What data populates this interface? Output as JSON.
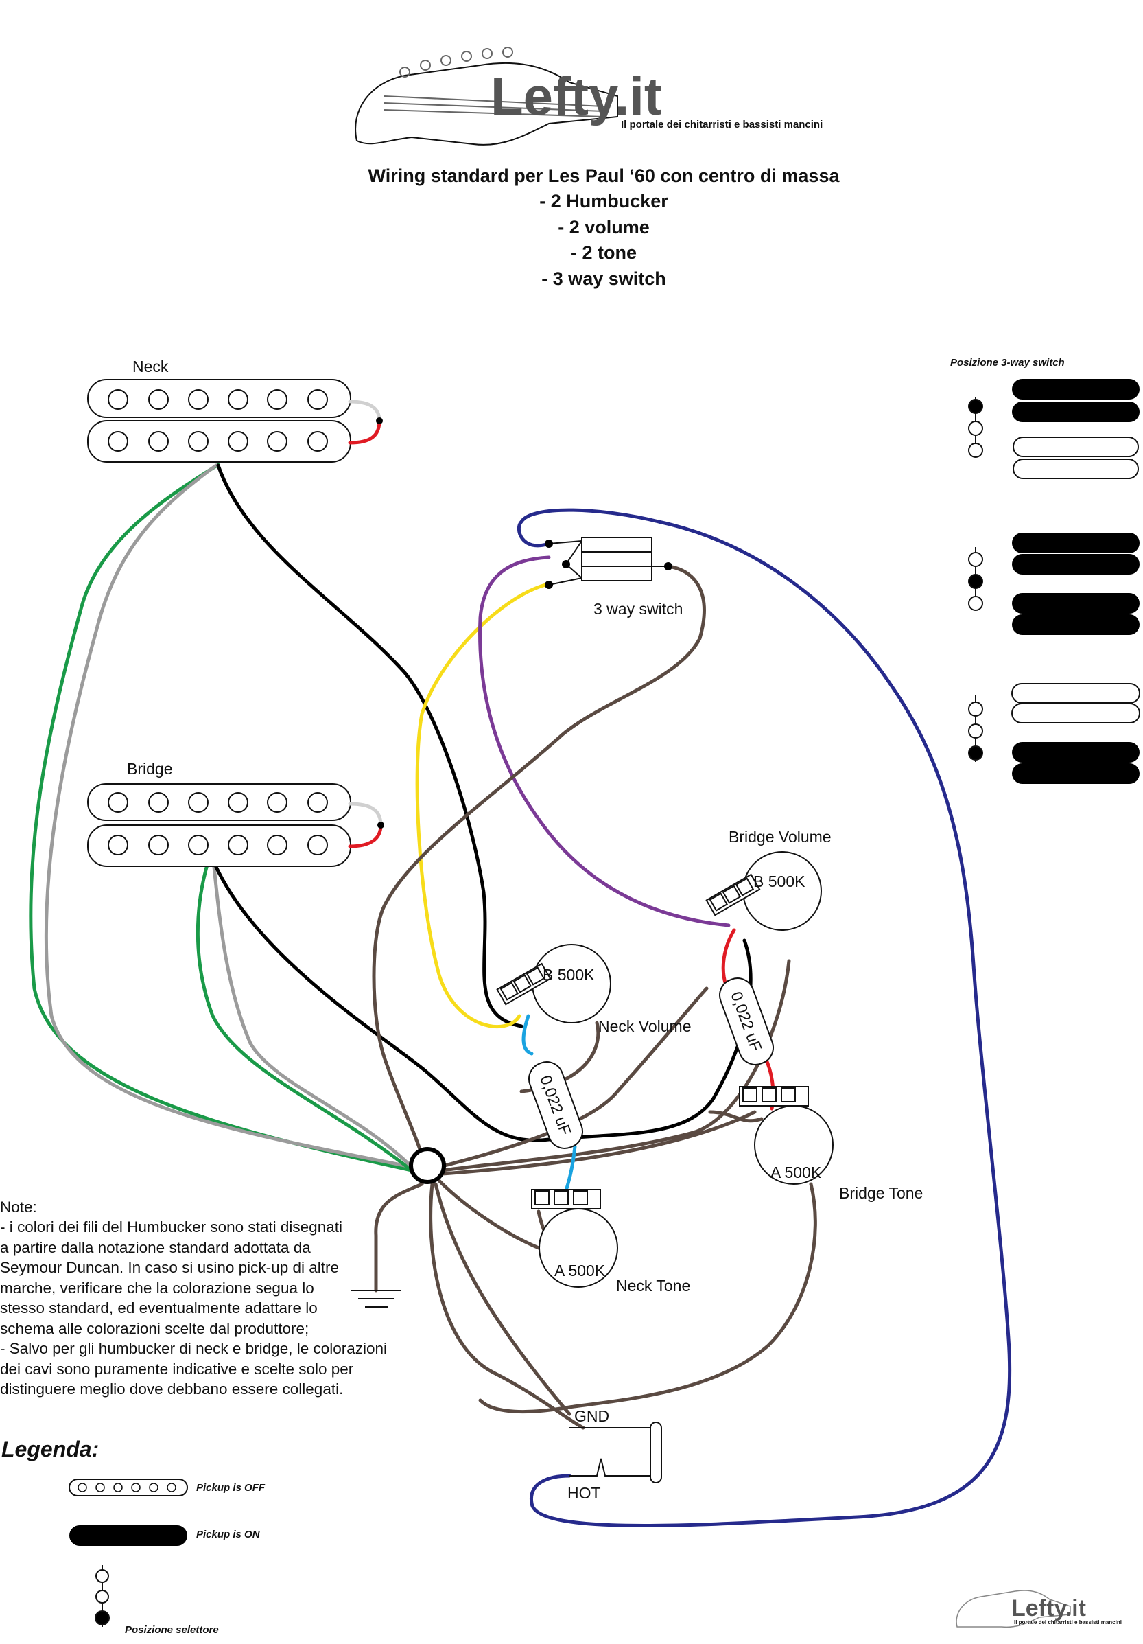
{
  "logo": {
    "brand": "Lefty.it",
    "tagline": "Il portale dei chitarristi e bassisti mancini"
  },
  "title": {
    "line1": "Wiring standard per Les Paul ‘60 con centro di massa",
    "line2": "- 2 Humbucker",
    "line3": "- 2 volume",
    "line4": "- 2 tone",
    "line5": "- 3 way switch"
  },
  "pickups": {
    "neck_label": "Neck",
    "bridge_label": "Bridge"
  },
  "switch": {
    "label": "3 way switch"
  },
  "pots": {
    "neck_volume": {
      "value": "B 500K",
      "label": "Neck Volume"
    },
    "bridge_volume": {
      "value": "B 500K",
      "label": "Bridge Volume"
    },
    "neck_tone": {
      "value": "A 500K",
      "label": "Neck Tone"
    },
    "bridge_tone": {
      "value": "A 500K",
      "label": "Bridge Tone"
    }
  },
  "capacitors": {
    "neck": "0,022 uF",
    "bridge": "0,022 uF"
  },
  "jack": {
    "gnd": "GND",
    "hot": "HOT"
  },
  "switch_positions": {
    "title": "Posizione 3-way switch"
  },
  "notes": {
    "lines": [
      "Note:",
      "- i colori dei fili del Humbucker sono stati disegnati",
      "a partire dalla notazione standard adottata da",
      "Seymour Duncan. In caso si usino pick-up di altre",
      "marche, verificare che la colorazione segua lo",
      "stesso standard, ed eventualmente adattare lo",
      "schema alle colorazioni scelte dal produttore;",
      "- Salvo per gli humbucker di neck e bridge, le colorazioni",
      "dei cavi sono puramente indicative e scelte solo per",
      "distinguere meglio dove debbano essere collegati."
    ]
  },
  "legend": {
    "heading": "Legenda:",
    "off": "Pickup is OFF",
    "on": "Pickup is ON",
    "selector": "Posizione selettore"
  },
  "colors": {
    "green": "#1a9a48",
    "gray": "#9b9b9b",
    "black": "#000000",
    "brown": "#5a4a42",
    "yellow": "#f7dc1a",
    "purple": "#7b3a96",
    "navy": "#262a8c",
    "red": "#e01b24",
    "pink": "#e0157a",
    "cyan": "#1aa3e0"
  }
}
